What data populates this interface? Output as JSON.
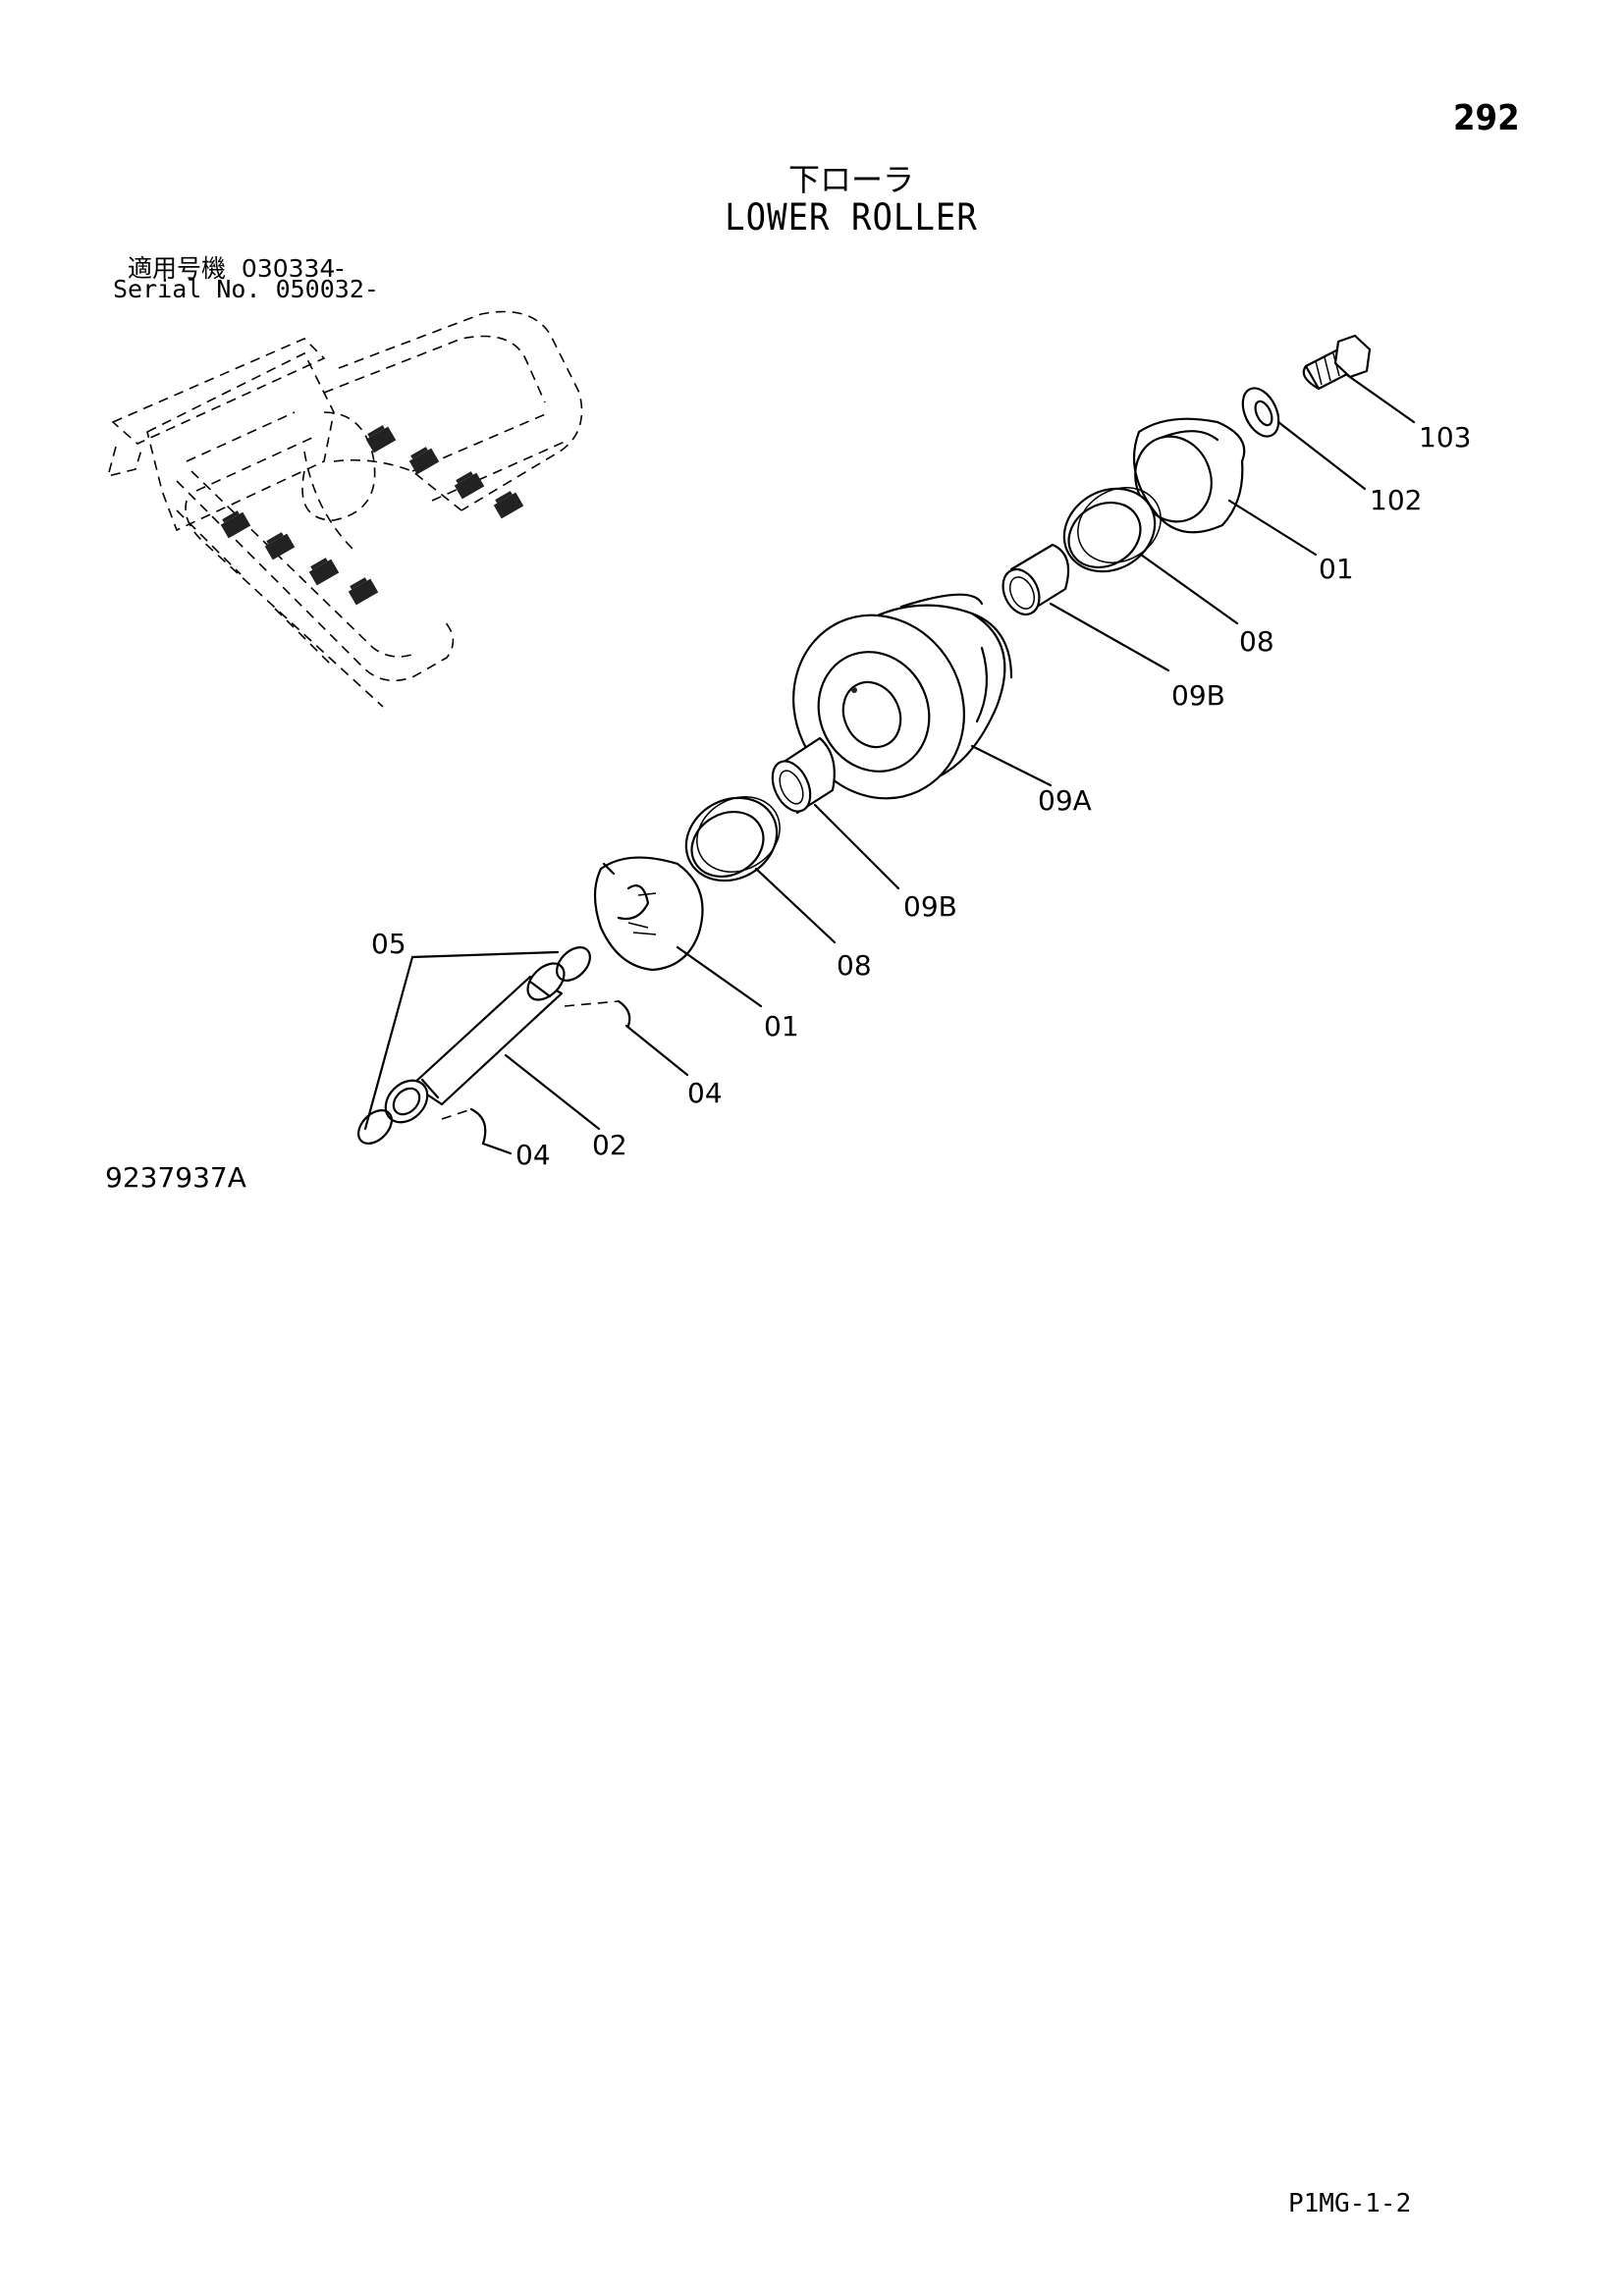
{
  "page_number": "292",
  "title": {
    "japanese": "下ローラ",
    "english": "LOWER ROLLER"
  },
  "serial": {
    "jp_label": "適用号機",
    "jp_value": "030334-",
    "en_label": "Serial No.",
    "en_value": "050032-"
  },
  "callouts": [
    {
      "id": "103"
    },
    {
      "id": "102"
    },
    {
      "id": "01"
    },
    {
      "id": "08"
    },
    {
      "id": "09B"
    },
    {
      "id": "09A"
    },
    {
      "id": "09B"
    },
    {
      "id": "08"
    },
    {
      "id": "01"
    },
    {
      "id": "05"
    },
    {
      "id": "04"
    },
    {
      "id": "02"
    },
    {
      "id": "04"
    }
  ],
  "diagram_code": "9237937A",
  "catalog_code": "P1MG-1-2"
}
